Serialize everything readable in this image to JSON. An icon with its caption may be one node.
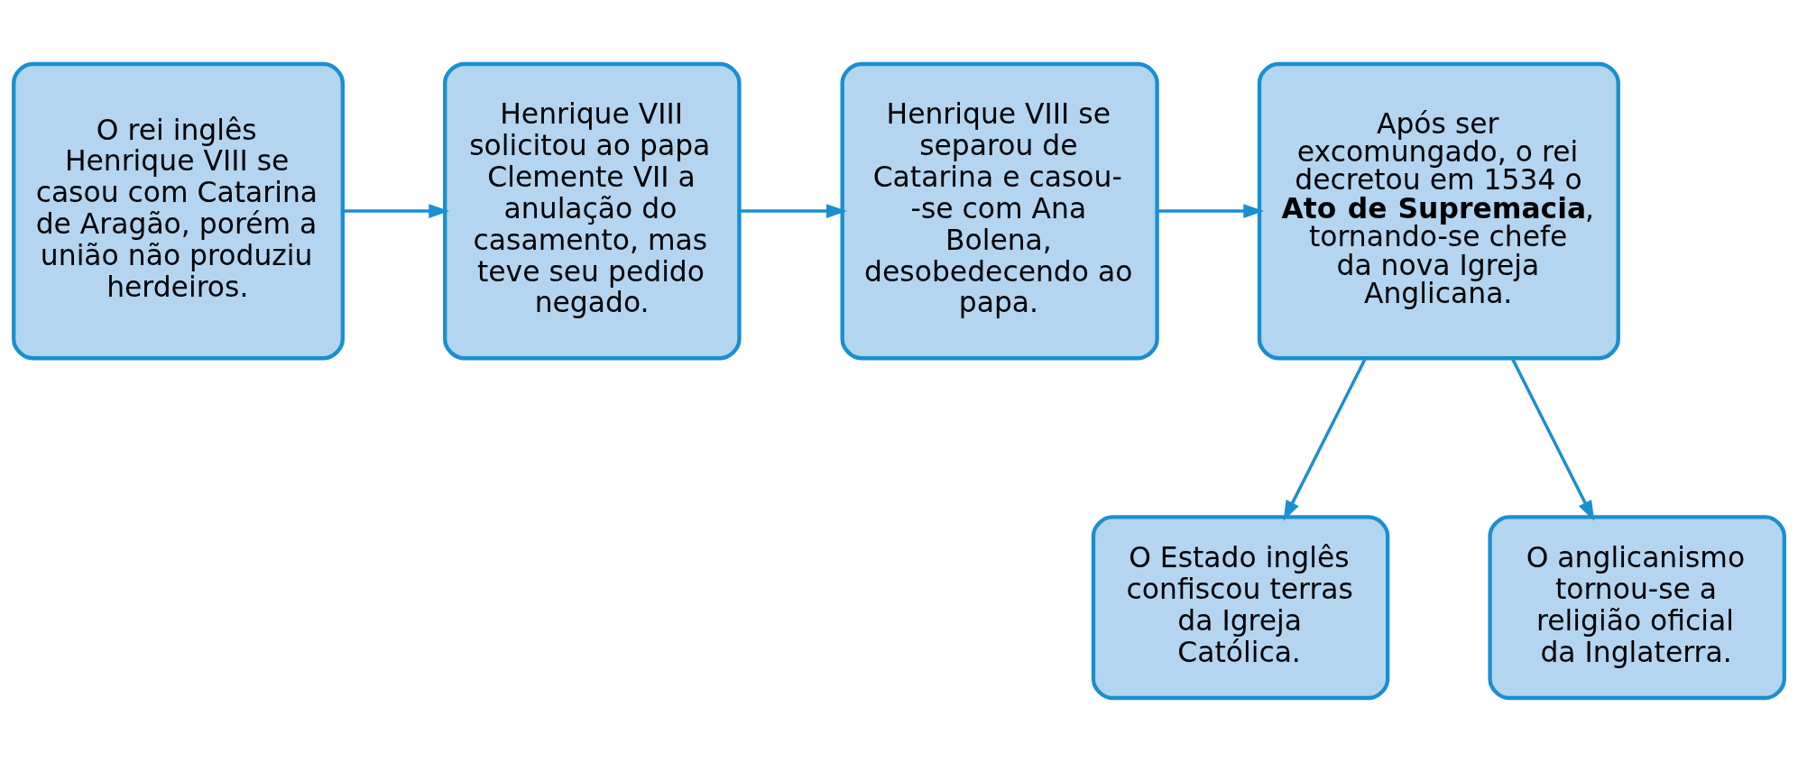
{
  "diagram": {
    "nodes": [
      {
        "text": [
          "O rei inglês Henrique VIII se casou com Catarina de Aragão, porém a união não produziu herdeiros."
        ]
      },
      {
        "text": [
          "Henrique VIII solicitou ao papa Clemente VII a anulação do casamento, mas teve seu pedido negado."
        ]
      },
      {
        "text": [
          "Henrique VIII se separou de Catarina e casou- -se com Ana Bolena, desobedecendo ao papa."
        ]
      },
      {
        "text": [
          "Após ser excomungado, o rei decretou em 1534 o **Ato de Supremacia**, tornando-se chefe da nova Igreja Anglicana."
        ]
      },
      {
        "text": [
          "O Estado inglês confiscou terras da Igreja Católica."
        ]
      },
      {
        "text": [
          "O anglicanismo tornou-se a religião oficial da Inglaterra."
        ]
      }
    ],
    "edges": [
      {
        "from": 0,
        "to": 1,
        "arrow": "to"
      },
      {
        "from": 1,
        "to": 2,
        "arrow": "to"
      },
      {
        "from": 2,
        "to": 3,
        "arrow": "to"
      },
      {
        "from": 3,
        "to": 4,
        "arrow": "to"
      },
      {
        "from": 3,
        "to": 5,
        "arrow": "to"
      }
    ]
  }
}
